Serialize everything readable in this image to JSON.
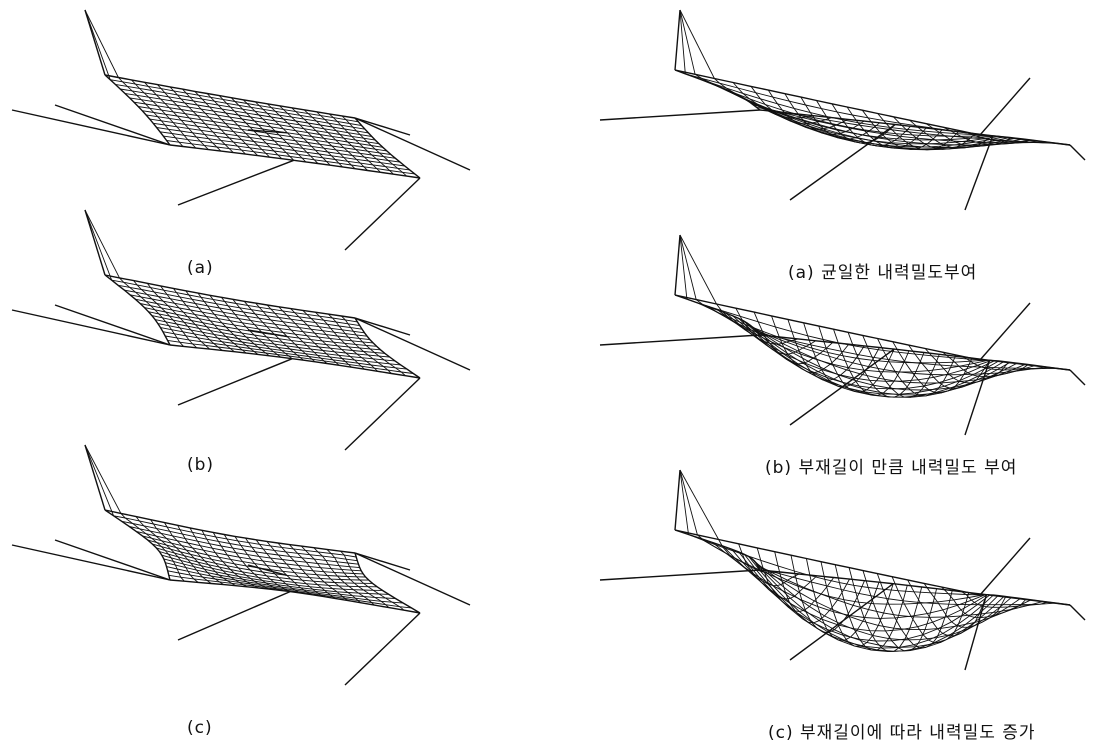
{
  "figure": {
    "left_column": {
      "captions": [
        "(a)",
        "(b)",
        "(c)"
      ]
    },
    "right_column": {
      "captions": [
        "(a) 균일한 내력밀도부여",
        "(b) 부재길이 만큼 내력밀도 부여",
        "(c) 부재길이에 따라 내력밀도 증가"
      ]
    },
    "colors": {
      "line": "#111111",
      "background": "#ffffff"
    }
  }
}
